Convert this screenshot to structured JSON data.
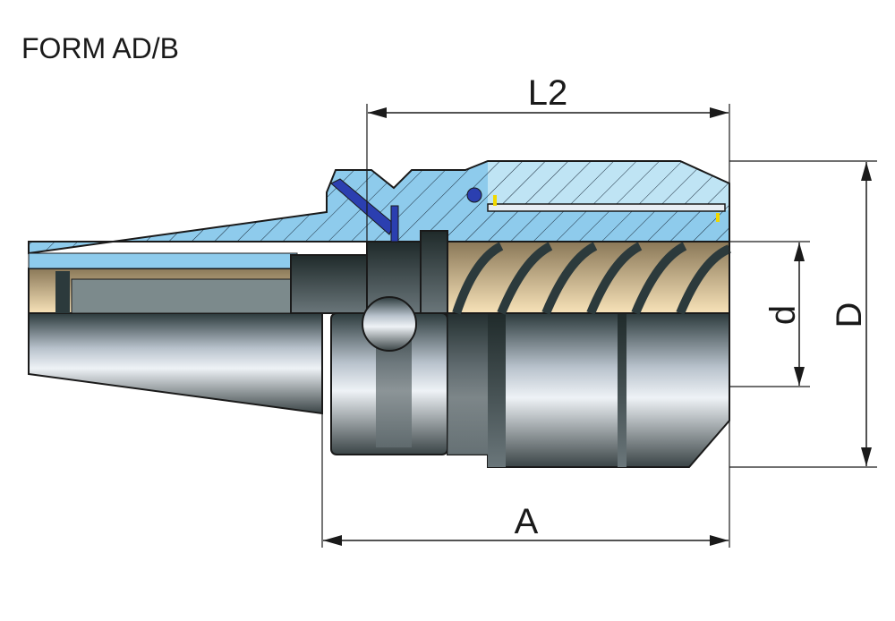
{
  "title": "FORM AD/B",
  "dimensions": {
    "L2": "L2",
    "A": "A",
    "d": "d",
    "D": "D"
  },
  "colors": {
    "section_fill": "#8ecbec",
    "section_fill_light": "#bfe4f4",
    "pin_blue": "#2b3fb0",
    "bore_gold": "#d9bd8a",
    "line": "#1a1a1a"
  }
}
